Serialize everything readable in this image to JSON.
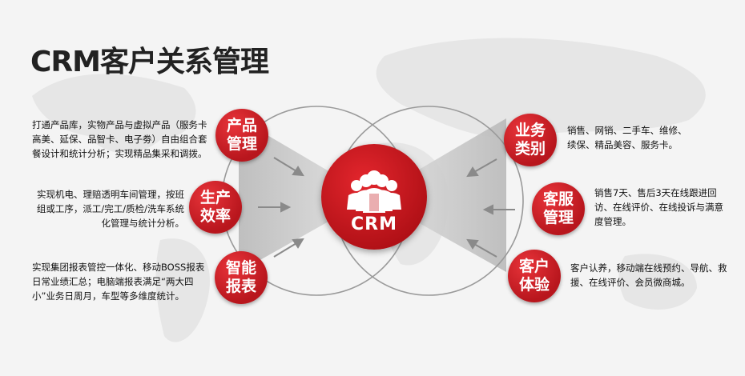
{
  "title": "CRM客户关系管理",
  "center_label": "CRM",
  "colors": {
    "accent": "#c4161c",
    "text": "#111111",
    "background": "#f4f4f4"
  },
  "left_items": [
    {
      "badge": [
        "产品",
        "管理"
      ],
      "description": "打通产品库，实物产品与虚拟产品（服务卡高美、延保、品智卡、电子劵）自由组合套餐设计和统计分析；实现精品集采和调拨。"
    },
    {
      "badge": [
        "生产",
        "效率"
      ],
      "description": "实现机电、理赔透明车间管理，按班组或工序，派工/完工/质检/洗车系统化管理与统计分析。"
    },
    {
      "badge": [
        "智能",
        "报表"
      ],
      "description": "实现集团报表管控一体化、移动BOSS报表日常业绩汇总；电脑端报表满足“两大四小”业务日周月，车型等多维度统计。"
    }
  ],
  "right_items": [
    {
      "badge": [
        "业务",
        "类别"
      ],
      "description": "销售、网销、二手车、维修、续保、精品美容、服务卡。"
    },
    {
      "badge": [
        "客服",
        "管理"
      ],
      "description": "销售7天、售后3天在线跟进回访、在线评价、在线投诉与满意度管理。"
    },
    {
      "badge": [
        "客户",
        "体验"
      ],
      "description": "客户认养，移动端在线预约、导航、救援、在线评价、会员微商城。"
    }
  ]
}
